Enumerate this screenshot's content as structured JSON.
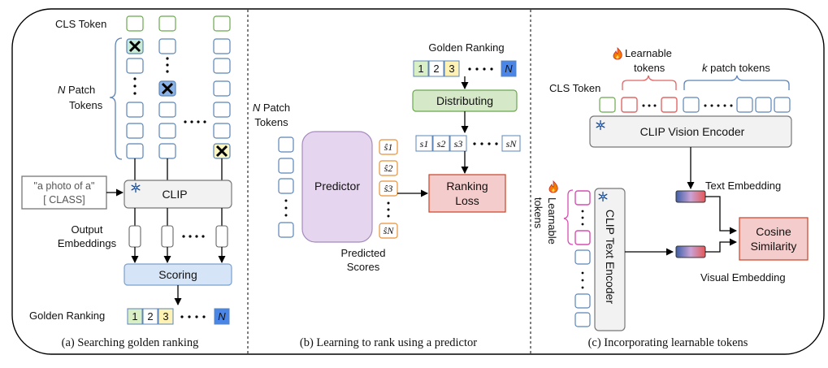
{
  "panel_a": {
    "cls_token": "CLS Token",
    "n_patch_n": "N",
    "n_patch_rest": " Patch",
    "n_patch_tokens": "Tokens",
    "dots": "·",
    "prompt_line1": "\"a photo of a\"",
    "prompt_line2": "[ CLASS]",
    "clip": "CLIP",
    "output_line1": "Output",
    "output_line2": "Embeddings",
    "scoring": "Scoring",
    "golden_ranking": "Golden Ranking",
    "rank": [
      "1",
      "2",
      "3",
      "N"
    ],
    "caption": "(a) Searching golden ranking"
  },
  "panel_b": {
    "n_patch_n": "N",
    "n_patch_rest": " Patch",
    "n_patch_tokens": "Tokens",
    "predictor": "Predictor",
    "scores": [
      "ŝ1",
      "ŝ2",
      "ŝ3",
      "ŝN"
    ],
    "predicted_line1": "Predicted",
    "predicted_line2": "Scores",
    "golden_ranking": "Golden Ranking",
    "rank": [
      "1",
      "2",
      "3",
      "N"
    ],
    "distributing": "Distributing",
    "s_tokens": [
      "s1",
      "s2",
      "s3",
      "sN"
    ],
    "ranking_line1": "Ranking",
    "ranking_line2": "Loss",
    "caption": "(b) Learning to rank using a predictor"
  },
  "panel_c": {
    "learnable_top_line1": "Learnable",
    "learnable_top_line2": "tokens",
    "k": "k",
    "k_patch_rest": " patch tokens",
    "cls_token": "CLS Token",
    "vision_encoder": "CLIP Vision Encoder",
    "text_embedding": "Text Embedding",
    "learnable_side_line1": "Learnable",
    "learnable_side_line2": "tokens",
    "text_encoder": "CLIP Text Encoder",
    "cosine_line1": "Cosine",
    "cosine_line2": "Similarity",
    "visual_embedding": "Visual Embedding",
    "caption": "(c) Incorporating learnable tokens"
  },
  "icons": [
    "fire-icon",
    "snowflake-icon"
  ],
  "colors": {
    "token_blue": "#5b84b8",
    "token_green": "#6aa84f",
    "box_gray": "#f2f2f2",
    "box_blue": "#d6e4f7",
    "box_purple": "#e6d5ee",
    "box_green": "#d5e8c8",
    "box_red": "#f4cccc",
    "rank_green": "#d9f0c7",
    "rank_yellow": "#fff2b3",
    "rank_blue": "#4a86e8",
    "score_orange": "#e69138"
  }
}
